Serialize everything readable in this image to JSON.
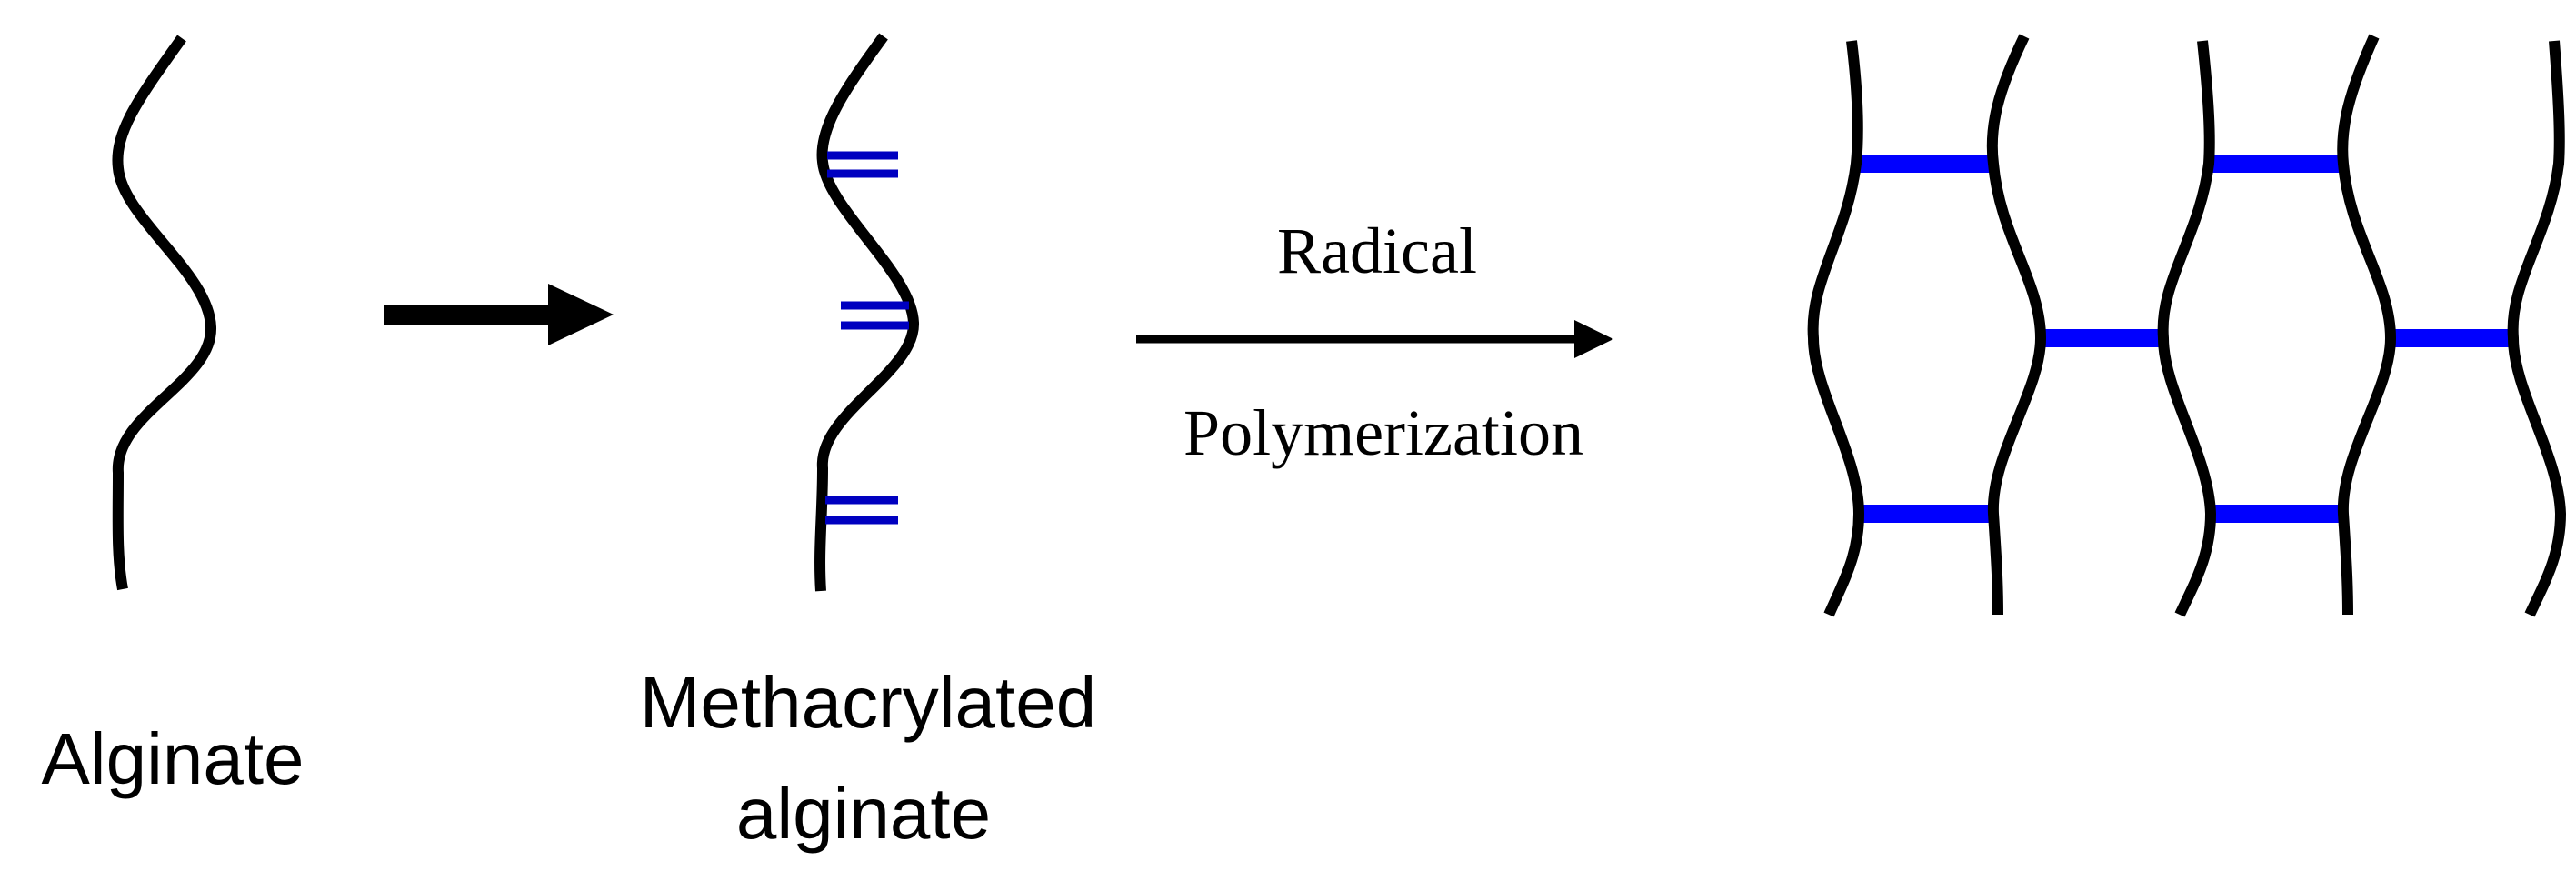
{
  "labels": {
    "alginate": "Alginate",
    "methacrylated_line1": "Methacrylated",
    "methacrylated_line2": "alginate",
    "reaction_line1": "Radical",
    "reaction_line2": "Polymerization"
  },
  "colors": {
    "chain": "#000000",
    "methacrylate_group": "#0000c0",
    "crosslink": "#0000ff"
  }
}
